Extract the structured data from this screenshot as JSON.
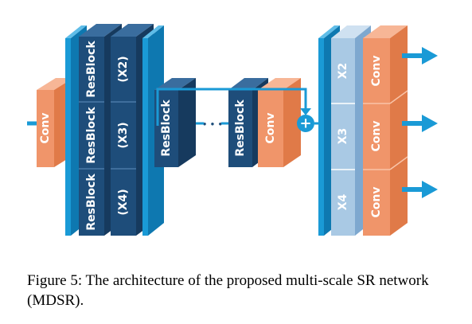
{
  "diagram": {
    "input_conv": "Conv",
    "resblock_label": "ResBlock",
    "scale_labels": [
      "(X2)",
      "(X3)",
      "(X4)"
    ],
    "mid_resblock": "ResBlock",
    "ellipsis": "• • •",
    "end_resblock": "ResBlock",
    "end_conv": "Conv",
    "add_symbol": "+",
    "upsample_labels": [
      "X2",
      "X3",
      "X4"
    ],
    "output_conv": "Conv",
    "colors": {
      "conv": "#f0956a",
      "resblock": "#1e4d7a",
      "bar": "#1a9ad6",
      "upsample": "#a9c9e4",
      "arrow": "#1a9ad6"
    }
  },
  "caption": "Figure 5: The architecture of the proposed multi-scale SR network (MDSR)."
}
